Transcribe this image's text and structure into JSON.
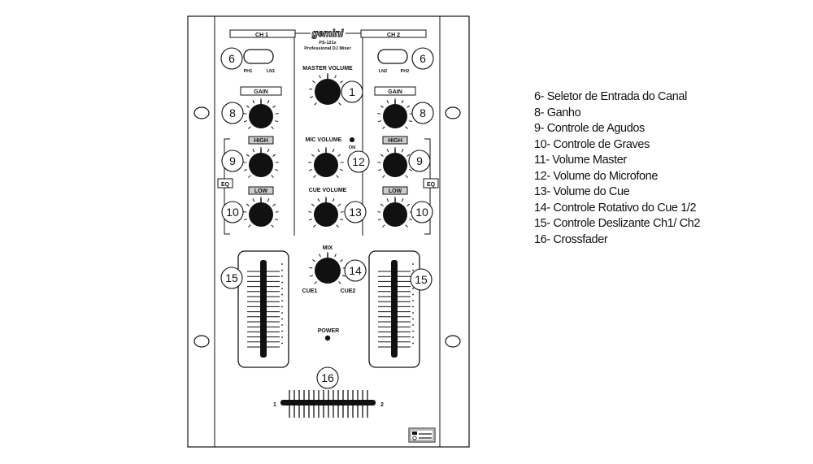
{
  "device": {
    "brand": "gemini",
    "model": "PS-121x",
    "subtitle": "Professional DJ Mixer",
    "ch1_label": "CH 1",
    "ch2_label": "CH 2",
    "ch1_inputs": [
      "PH1",
      "LN1"
    ],
    "ch2_inputs": [
      "LN2",
      "PH2"
    ],
    "gain_label": "GAIN",
    "high_label": "HIGH",
    "low_label": "LOW",
    "eq_label": "EQ",
    "master_volume_label": "MASTER VOLUME",
    "mic_volume_label": "MIC VOLUME",
    "on_label": "ON",
    "cue_volume_label": "CUE VOLUME",
    "mix_label": "MIX",
    "cue1_label": "CUE1",
    "cue2_label": "CUE2",
    "power_label": "POWER",
    "crossfader_left": "1",
    "crossfader_right": "2"
  },
  "callouts": {
    "master": "1",
    "input_select": "6",
    "gain": "8",
    "high": "9",
    "low": "10",
    "mic": "12",
    "cue": "13",
    "mix": "14",
    "fader": "15",
    "crossfader": "16"
  },
  "legend": [
    "6- Seletor de Entrada do Canal",
    "8- Ganho",
    "9- Controle de Agudos",
    "10- Controle de Graves",
    "11- Volume Master",
    "12- Volume do Microfone",
    "13- Volume do Cue",
    "14- Controle Rotativo do Cue 1/2",
    "15- Controle Deslizante Ch1/ Ch2",
    "16- Crossfader"
  ]
}
